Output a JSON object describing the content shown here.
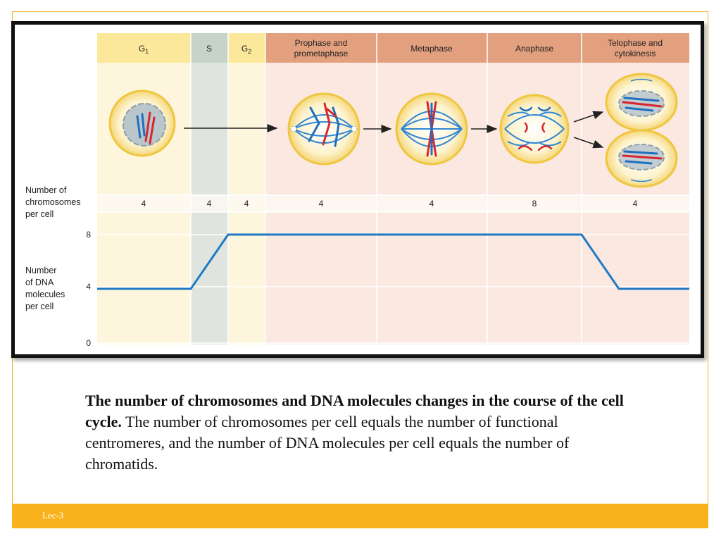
{
  "phases": [
    {
      "key": "g1",
      "label": "G",
      "sub": "1",
      "count": "4"
    },
    {
      "key": "s",
      "label": "S",
      "sub": "",
      "count": "4"
    },
    {
      "key": "g2",
      "label": "G",
      "sub": "2",
      "count": "4"
    },
    {
      "key": "prophase",
      "label": "Prophase and",
      "label2": "prometaphase",
      "count": "4"
    },
    {
      "key": "metaphase",
      "label": "Metaphase",
      "label2": "",
      "count": "4"
    },
    {
      "key": "anaphase",
      "label": "Anaphase",
      "label2": "",
      "count": "8"
    },
    {
      "key": "telophase",
      "label": "Telophase and",
      "label2": "cytokinesis",
      "count": "4"
    }
  ],
  "labels": {
    "chromosomes": [
      "Number of",
      "chromosomes",
      "per  cell"
    ],
    "dna": [
      "Number",
      "of DNA",
      "molecules",
      "per  cell"
    ]
  },
  "chart_data": {
    "type": "line",
    "y_ticks": [
      "8",
      "4",
      "0"
    ],
    "ylim": [
      0,
      8
    ],
    "series": [
      {
        "points": [
          [
            "g1-start",
            4
          ],
          [
            "g1-end",
            4
          ],
          [
            "s-end",
            8
          ],
          [
            "telophase-start",
            8
          ],
          [
            "telophase-mid",
            4
          ],
          [
            "telophase-end",
            4
          ]
        ]
      }
    ]
  },
  "caption": {
    "bold": "The number of chromosomes and DNA molecules changes in the course of the cell cycle.",
    "rest": " The number of chromosomes per cell equals the number of functional centromeres, and the number of DNA molecules per cell equals the number of chromatids."
  },
  "footer": "Lec-3",
  "colors": {
    "interphase_header": "#fbe89a",
    "interphase_body": "#fdf6dc",
    "s_header": "#c7d3c8",
    "s_body": "#dfe5de",
    "mitosis_header": "#e3a07e",
    "mitosis_body": "#fbe9e1",
    "line": "#1f7ac6",
    "footer": "#f9b21b"
  }
}
